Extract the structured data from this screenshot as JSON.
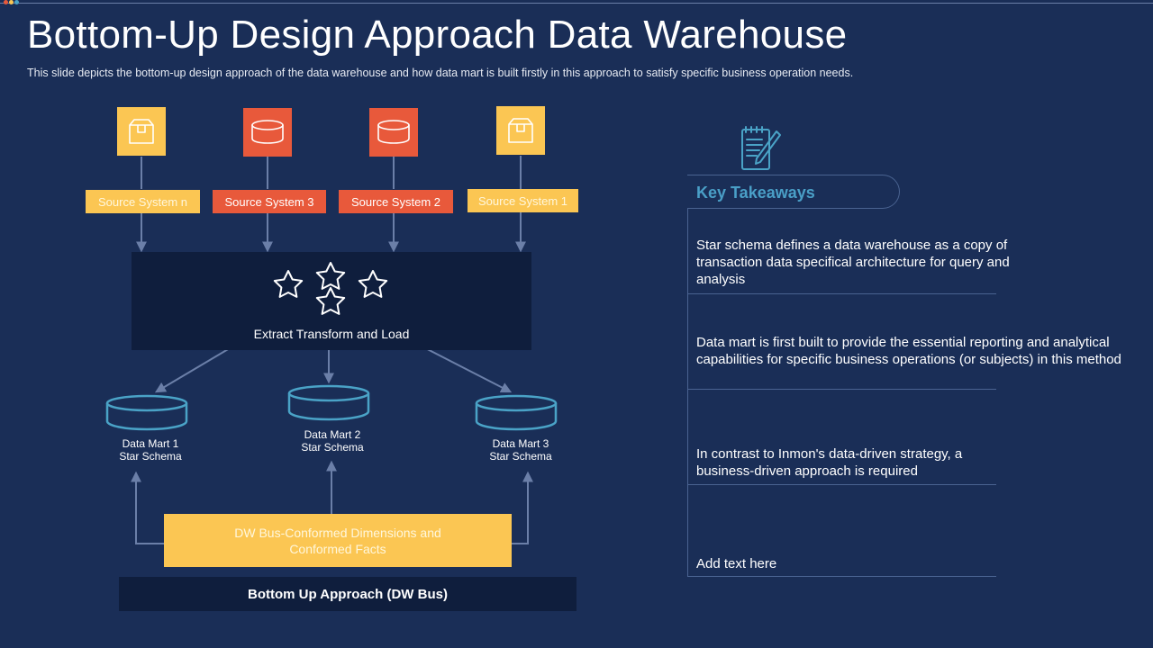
{
  "title": "Bottom-Up Design Approach Data Warehouse",
  "subtitle": "This slide depicts the bottom-up design approach  of the data warehouse  and how data mart is built firstly in this approach to satisfy specific business operation  needs.",
  "colors": {
    "background": "#1a2e57",
    "yellow": "#fbc653",
    "red": "#e8593b",
    "dark_box": "#0f1e3d",
    "cylinder": "#4aa3c7",
    "accent_text": "#4a9fc7"
  },
  "sources": [
    {
      "label": "Source System n",
      "icon": "box-icon",
      "color": "yellow"
    },
    {
      "label": "Source System 3",
      "icon": "database-icon",
      "color": "red"
    },
    {
      "label": "Source System 2",
      "icon": "database-icon",
      "color": "red"
    },
    {
      "label": "Source System 1",
      "icon": "box-icon",
      "color": "yellow"
    }
  ],
  "etl": {
    "label": "Extract Transform and Load",
    "icon": "stars-icon"
  },
  "marts": [
    {
      "line1": "Data Mart 1",
      "line2": "Star Schema"
    },
    {
      "line1": "Data Mart 2",
      "line2": "Star Schema"
    },
    {
      "line1": "Data Mart 3",
      "line2": "Star Schema"
    }
  ],
  "bus": {
    "label": "DW Bus-Conformed Dimensions and Conformed Facts"
  },
  "bottom_bar": {
    "label": "Bottom Up Approach (DW Bus)"
  },
  "key_takeaways": {
    "header": "Key Takeaways",
    "icon": "notepad-pencil-icon",
    "items": [
      "Star schema defines a data warehouse as a copy of transaction data specifical architecture for query and analysis",
      "Data mart is first built to provide the essential reporting and analytical capabilities for specific business operations (or subjects) in this method",
      "In contrast to Inmon's  data-driven strategy,  a business-driven  approach is required",
      "Add text here"
    ]
  }
}
